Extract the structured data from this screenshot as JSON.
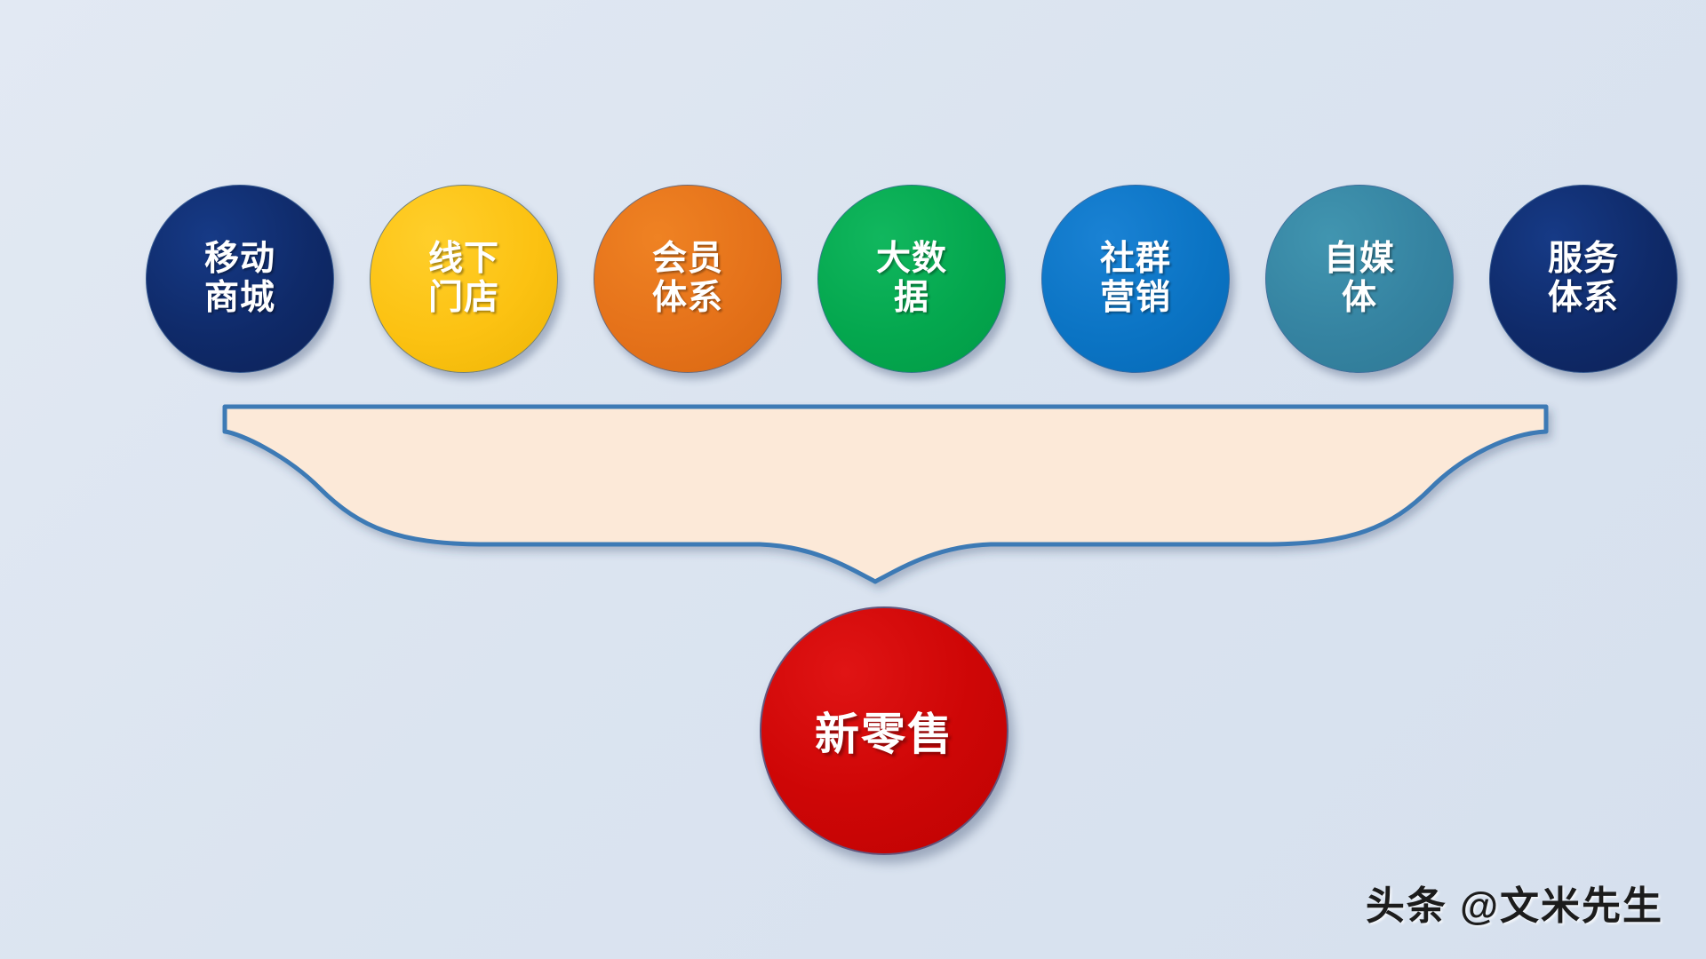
{
  "diagram": {
    "title": "新零售",
    "background_color": "#dce5f0",
    "brace": {
      "fill_color": "#fce9d8",
      "stroke_color": "#3d7ab5"
    },
    "hub": {
      "label": "新零售",
      "color": "#CC0000",
      "text_color": "#FFFFFF"
    },
    "nodes": [
      {
        "label": "移动\n商城",
        "color": "#0F2A69",
        "text_color": "#FFFFFF",
        "name": "mobile-mall"
      },
      {
        "label": "线下\n门店",
        "color": "#FCC212",
        "text_color": "#FFFFFF",
        "name": "offline-store"
      },
      {
        "label": "会员\n体系",
        "color": "#E5721A",
        "text_color": "#FFFFFF",
        "name": "membership-system"
      },
      {
        "label": "大数\n据",
        "color": "#04A74E",
        "text_color": "#FFFFFF",
        "name": "big-data"
      },
      {
        "label": "社群\n营销",
        "color": "#0B74C4",
        "text_color": "#FFFFFF",
        "name": "community-marketing"
      },
      {
        "label": "自媒\n体",
        "color": "#3583A1",
        "text_color": "#FFFFFF",
        "name": "self-media"
      },
      {
        "label": "服务\n体系",
        "color": "#0F2A69",
        "text_color": "#FFFFFF",
        "name": "service-system"
      }
    ]
  },
  "watermark": {
    "text": "头条 @文米先生"
  }
}
